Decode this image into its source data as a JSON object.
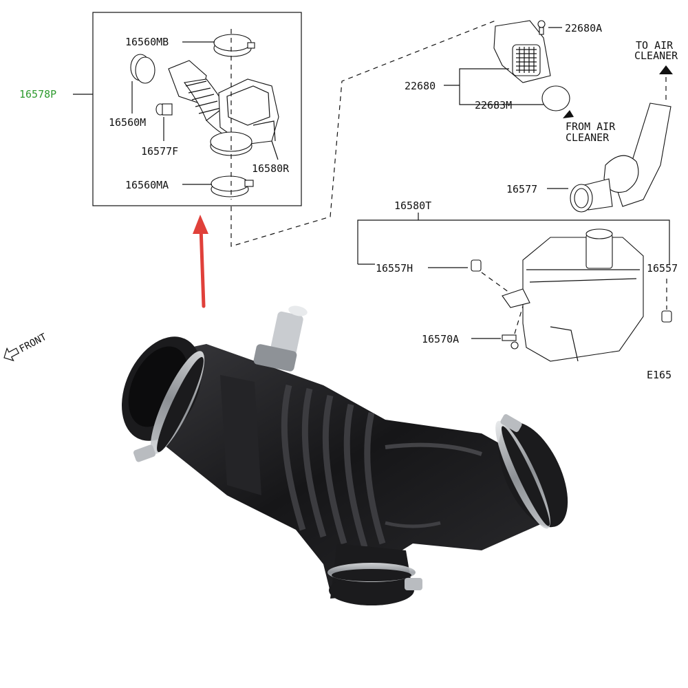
{
  "diagram": {
    "highlight_label": "16578P",
    "highlight_color": "#2e9a2e",
    "arrow_color": "#e0403a",
    "inset_labels": {
      "clamp_top": "16560MB",
      "clamp_left": "16560M",
      "hose_fitting": "16577F",
      "resonator": "16580R",
      "clamp_bottom": "16560MA"
    },
    "sensor_labels": {
      "bolt": "22680A",
      "sensor": "22680",
      "seal": "22683M"
    },
    "direction_labels": {
      "to_air_cleaner_1": "TO AIR",
      "to_air_cleaner_2": "CLEANER",
      "from_air_cleaner_1": "FROM AIR",
      "from_air_cleaner_2": "CLEANER"
    },
    "tank_labels": {
      "assembly": "16580T",
      "grommet_left": "16557H",
      "grommet_right": "16557",
      "bolt": "16570A",
      "hose": "16577",
      "figure_code": "E165"
    },
    "front_label": "FRONT"
  },
  "photo": {
    "subject": "air intake hose with clamps",
    "colors": {
      "rubber": "#1b1b1d",
      "rubber_highlight": "#4a4a4e",
      "clamp": "#b9bcc0"
    }
  }
}
